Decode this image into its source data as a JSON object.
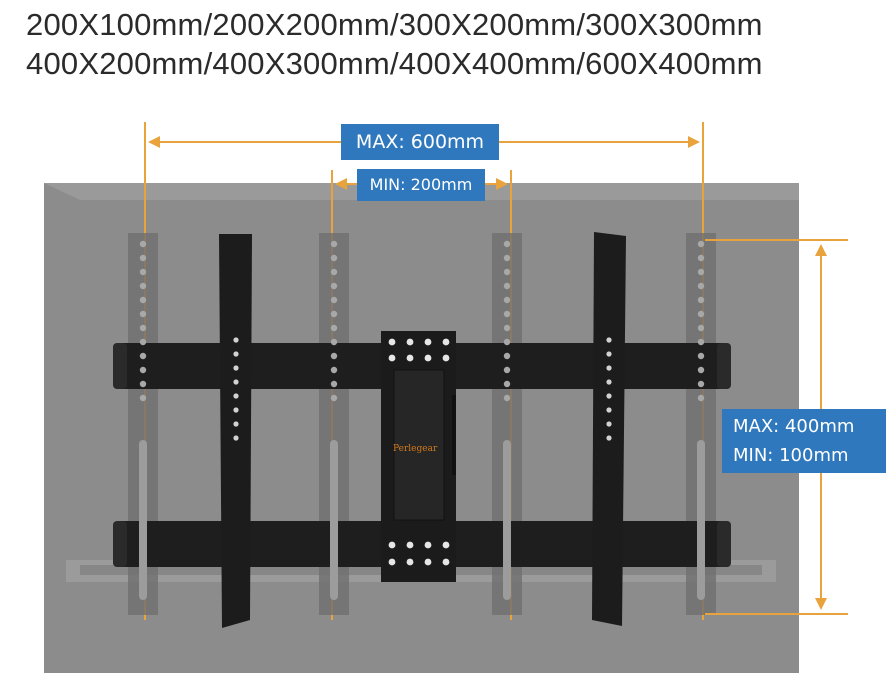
{
  "specs": {
    "line1": "200X100mm/200X200mm/300X200mm/300X300mm",
    "line2": "400X200mm/400X300mm/400X400mm/600X400mm"
  },
  "dimensions": {
    "max_width": "MAX: 600mm",
    "min_width": "MIN: 200mm",
    "max_height": "MAX: 400mm",
    "min_height": "MIN: 100mm"
  },
  "brand": "Perlegear",
  "colors": {
    "dimension_line": "#e8a33d",
    "callout_bg": "#2f78bd",
    "tv_panel": "#8c8c8c",
    "bracket": "#1e1e1e"
  },
  "icons": [
    "arrow-left-icon",
    "arrow-right-icon",
    "arrow-up-icon",
    "arrow-down-icon"
  ]
}
